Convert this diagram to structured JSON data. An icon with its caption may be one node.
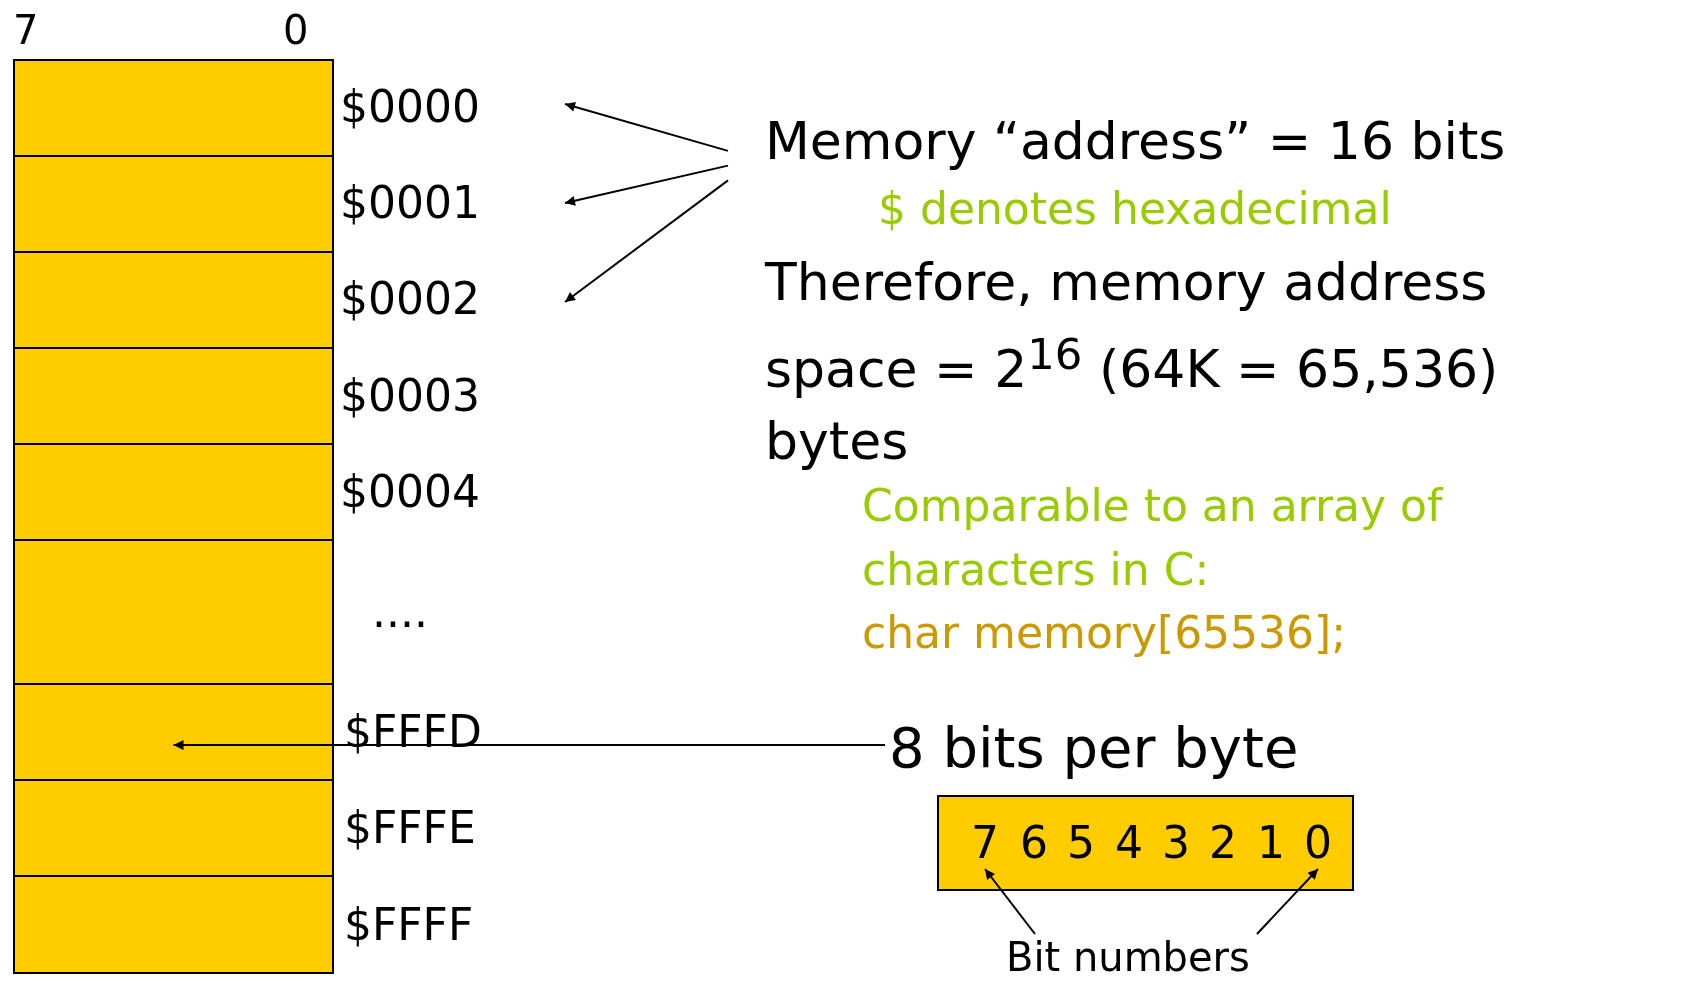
{
  "diagram": {
    "nodes": [
      {
        "text": [],
        "shape": "box"
      },
      {
        "text": [],
        "shape": "box"
      },
      {
        "text": [],
        "shape": "box"
      },
      {
        "text": [],
        "shape": "box",
        "beside": [
          "$0003"
        ]
      },
      {
        "text": [],
        "shape": "box",
        "beside": [
          "$0004"
        ]
      },
      {
        "text": [],
        "shape": "box",
        "beside": [
          "...."
        ]
      },
      {
        "text": [],
        "shape": "box",
        "beside": [
          "$FFFD"
        ]
      },
      {
        "text": [],
        "shape": "box",
        "beside": [
          "$FFFE"
        ]
      },
      {
        "text": [],
        "shape": "box",
        "beside": [
          "$FFFF"
        ]
      },
      {
        "text": [
          "$0000"
        ]
      },
      {
        "text": [
          "$0001"
        ]
      },
      {
        "text": [
          "$0002"
        ]
      },
      {
        "text": [
          "Memory “address” = 16 bits"
        ]
      },
      {
        "text": [
          "8 bits per byte"
        ]
      },
      {
        "text": [],
        "shape": "box"
      },
      {
        "text": [
          "7"
        ],
        "in": 14
      },
      {
        "text": [
          "6"
        ],
        "in": 14
      },
      {
        "text": [
          "5"
        ],
        "in": 14
      },
      {
        "text": [
          "4"
        ],
        "in": 14
      },
      {
        "text": [
          "3"
        ],
        "in": 14
      },
      {
        "text": [
          "2"
        ],
        "in": 14
      },
      {
        "text": [
          "1"
        ],
        "in": 14
      },
      {
        "text": [
          "0"
        ],
        "in": 14
      },
      {
        "text": [
          "Bit numbers"
        ]
      }
    ],
    "edges": [
      {
        "from": 12,
        "to": 9,
        "arrow": "to"
      },
      {
        "from": 12,
        "to": 10,
        "arrow": "to"
      },
      {
        "from": 12,
        "to": 11,
        "arrow": "to"
      },
      {
        "from": 13,
        "to": 6,
        "arrow": "to"
      },
      {
        "from": 23,
        "to": 15,
        "arrow": "to"
      },
      {
        "from": 23,
        "to": 22,
        "arrow": "to"
      }
    ],
    "labels": [
      "7",
      "0",
      "$ denotes hexadecimal",
      "Therefore, memory address space  = 2$^{16}$ (64K = 65,536) bytes",
      "Comparable to an array of characters in C:",
      "char memory[65536];"
    ]
  }
}
